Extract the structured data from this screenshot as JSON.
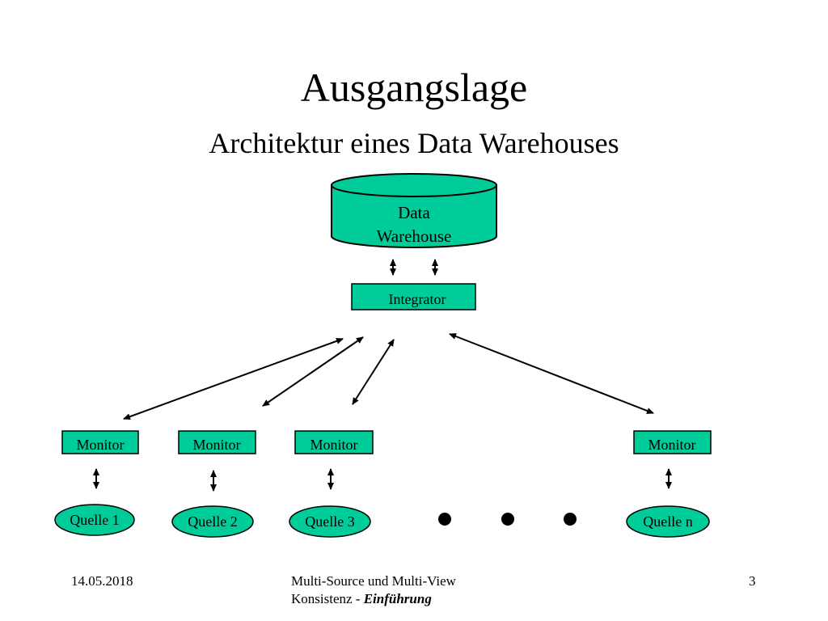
{
  "slide": {
    "title": "Ausgangslage",
    "subtitle": "Architektur eines Data Warehouses"
  },
  "diagram": {
    "warehouse_line1": "Data",
    "warehouse_line2": "Warehouse",
    "integrator": "Integrator",
    "monitors": [
      "Monitor",
      "Monitor",
      "Monitor",
      "Monitor"
    ],
    "sources": [
      "Quelle 1",
      "Quelle 2",
      "Quelle 3",
      "Quelle n"
    ],
    "fill_color": "#00CC99"
  },
  "footer": {
    "date": "14.05.2018",
    "center_line1": "Multi-Source und Multi-View",
    "center_line2_prefix": "Konsistenz - ",
    "center_line2_emph": "Einführung",
    "page_number": "3"
  }
}
